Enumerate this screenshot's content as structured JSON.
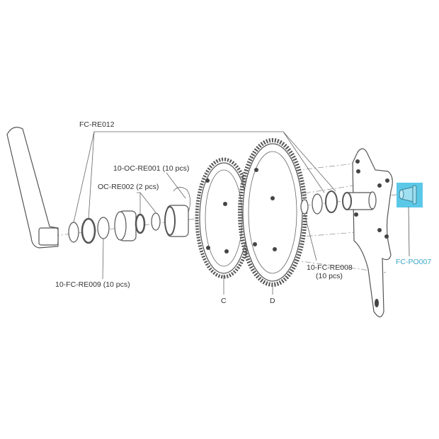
{
  "diagram": {
    "labels": {
      "fc_re012": "FC-RE012",
      "oc_re001": "10-OC-RE001 (10 pcs)",
      "oc_re002": "OC-RE002 (2 pcs)",
      "fc_re009": "10-FC-RE009 (10 pcs)",
      "chainring_c": "C",
      "chainring_d": "D",
      "fc_re008_line1": "10-FC-RE008",
      "fc_re008_line2": "(10 pcs)",
      "fc_po007": "FC-PO007"
    },
    "highlight_color": "#5bc8e8",
    "highlight_label_color": "#3aa8c8"
  }
}
